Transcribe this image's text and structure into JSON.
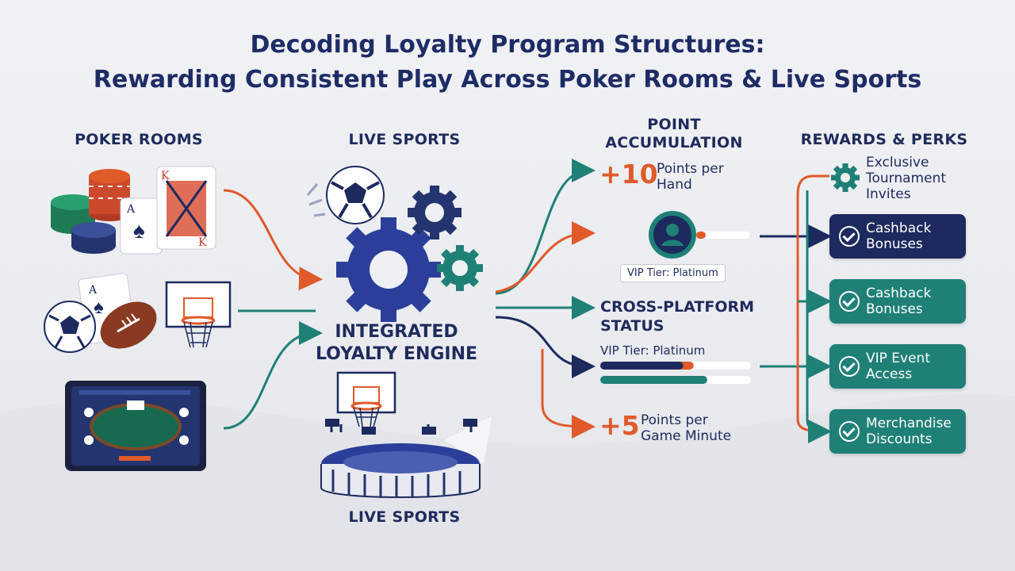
{
  "title": {
    "line1": "Decoding Loyalty Program Structures:",
    "line2": "Rewarding Consistent Play Across Poker Rooms & Live Sports"
  },
  "columns": {
    "poker_rooms": "POKER ROOMS",
    "live_sports_top": "LIVE SPORTS",
    "point_accumulation_1": "POINT",
    "point_accumulation_2": "ACCUMULATION",
    "rewards": "REWARDS & PERKS"
  },
  "engine": {
    "line1": "INTEGRATED",
    "line2": "LOYALTY ENGINE"
  },
  "live_sports_bottom": "LIVE SPORTS",
  "accumulation": {
    "hand_value": "+10",
    "hand_line1": "Points per",
    "hand_line2": "Hand",
    "tier_badge": "VIP Tier: Platinum",
    "cross_line1": "CROSS-PLATFORM",
    "cross_line2": "STATUS",
    "tier_label": "VIP Tier: Platinum",
    "minute_value": "+5",
    "minute_line1": "Points per",
    "minute_line2": "Game Minute"
  },
  "progress": {
    "navy_fill": 0.55,
    "orange_fill": 0.62,
    "teal_fill": 0.71
  },
  "rewards": [
    {
      "line1": "Exclusive",
      "line2": "Tournament",
      "line3": "Invites"
    },
    {
      "line1": "Cashback",
      "line2": "Bonuses"
    },
    {
      "line1": "Cashback",
      "line2": "Bonuses"
    },
    {
      "line1": "VIP Event",
      "line2": "Access"
    },
    {
      "line1": "Merchandise",
      "line2": "Discounts"
    }
  ],
  "colors": {
    "navy": "#1c2a5e",
    "teal": "#1f8076",
    "orange": "#e05a2a"
  }
}
